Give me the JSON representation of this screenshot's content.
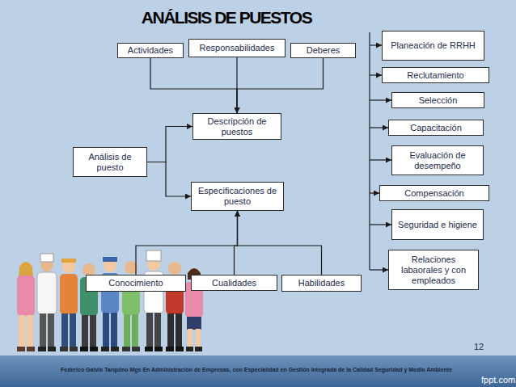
{
  "diagram": {
    "title": "ANÁLISIS DE PUESTOS",
    "nodes": [
      {
        "text": [
          "Actividades"
        ]
      },
      {
        "text": [
          "Responsabilidades"
        ]
      },
      {
        "text": [
          "Deberes"
        ]
      },
      {
        "text": [
          "Descripción de puestos"
        ]
      },
      {
        "text": [
          "Análisis de puesto"
        ]
      },
      {
        "text": [
          "Especificaciones de puesto"
        ]
      },
      {
        "text": [
          "Conocimiento"
        ]
      },
      {
        "text": [
          "Cualidades"
        ]
      },
      {
        "text": [
          "Habilidades"
        ]
      },
      {
        "text": [
          "Planeación de RRHH"
        ]
      },
      {
        "text": [
          "Reclutamiento"
        ]
      },
      {
        "text": [
          "Selección"
        ]
      },
      {
        "text": [
          "Capacitación"
        ]
      },
      {
        "text": [
          "Evaluación de desempeño"
        ]
      },
      {
        "text": [
          "Compensación"
        ]
      },
      {
        "text": [
          "Seguridad e higiene"
        ]
      },
      {
        "text": [
          "Relaciones labaorales y con empleados"
        ]
      }
    ],
    "edges": [
      {
        "from": 0,
        "to": 3,
        "arrow": "to"
      },
      {
        "from": 1,
        "to": 3,
        "arrow": "to"
      },
      {
        "from": 2,
        "to": 3,
        "arrow": "to"
      },
      {
        "from": 4,
        "to": 3,
        "arrow": "to"
      },
      {
        "from": 4,
        "to": 5,
        "arrow": "to"
      },
      {
        "from": 6,
        "to": 5,
        "arrow": "to"
      },
      {
        "from": 7,
        "to": 5,
        "arrow": "to"
      },
      {
        "from": 8,
        "to": 5,
        "arrow": "to"
      }
    ],
    "labels": [
      "12",
      "Federico Galvis Tarquino Mgs En Administración de Empresas, con Especialidad en Gestión Integrada de la Calidad Seguridad y Medio Ambiente",
      "fppt.com"
    ]
  }
}
